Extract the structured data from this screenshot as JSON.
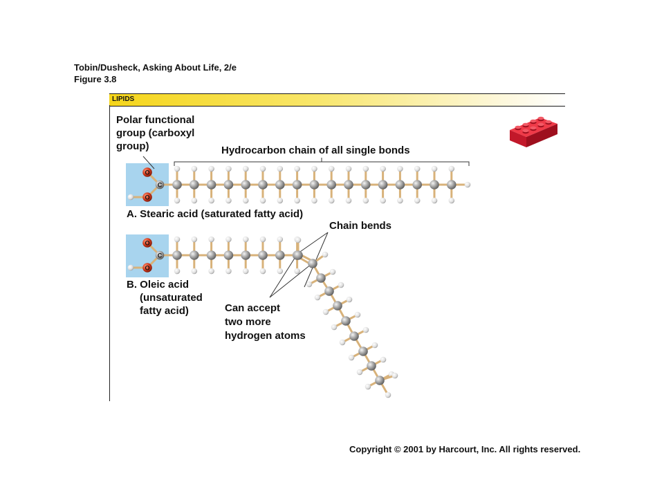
{
  "header": {
    "title": "Tobin/Dusheck, Asking About Life, 2/e",
    "figure": "Figure 3.8"
  },
  "banner": {
    "label": "LIPIDS"
  },
  "labels": {
    "polar_group": "Polar functional group (carboxyl group)",
    "hydrocarbon_chain": "Hydrocarbon chain of all single bonds",
    "stearic": "A. Stearic acid (saturated fatty acid)",
    "chain_bends": "Chain bends",
    "oleic_line1": "B. Oleic acid",
    "oleic_line2": "(unsaturated",
    "oleic_line3": "fatty acid)",
    "accept_line1": "Can accept",
    "accept_line2": "two more",
    "accept_line3": "hydrogen atoms"
  },
  "atoms": {
    "oxygen": "O",
    "carbon": "C"
  },
  "colors": {
    "carboxyl_box": "#a8d4ee",
    "oxygen": "#d23b1e",
    "carbon": "#9a9a9a",
    "hydrogen": "#e6e6e6",
    "bond": "#d8b27a",
    "brick": "#d61f2f"
  },
  "icons": {
    "lipid": "lego-brick-icon"
  },
  "copyright": "Copyright © 2001 by Harcourt, Inc. All rights reserved."
}
